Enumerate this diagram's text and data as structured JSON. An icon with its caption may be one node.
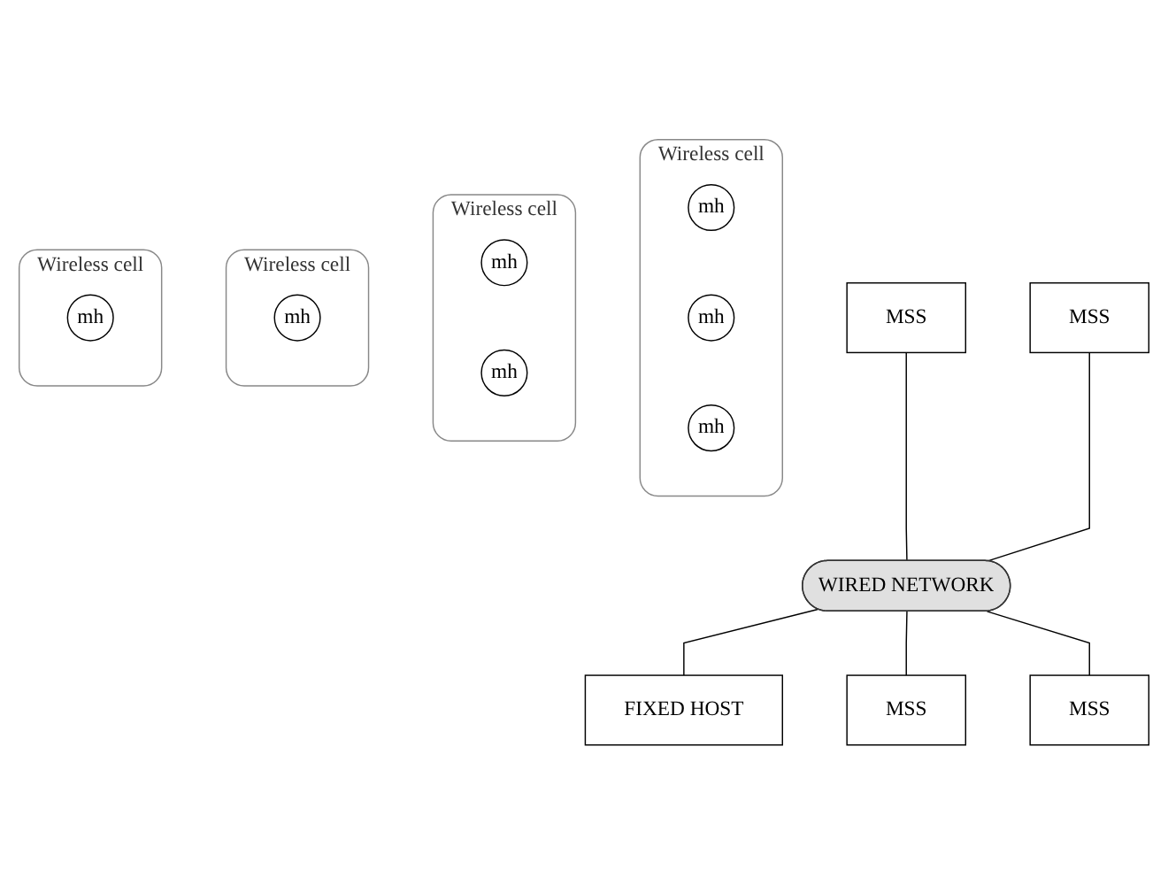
{
  "diagram": {
    "nodes": [
      {
        "text": [
          "Wireless cell"
        ]
      },
      {
        "text": [
          "mh"
        ],
        "in": 0
      },
      {
        "text": [
          "mh"
        ],
        "in": 0
      },
      {
        "text": [
          "mh"
        ],
        "in": 0
      },
      {
        "text": [
          "Wireless cell"
        ]
      },
      {
        "text": [
          "mh"
        ],
        "in": 4
      },
      {
        "text": [
          "mh"
        ],
        "in": 4
      },
      {
        "text": [
          "MSS"
        ]
      },
      {
        "text": [
          "MSS"
        ]
      },
      {
        "text": [
          "WIRED NETWORK"
        ]
      },
      {
        "text": [
          "FIXED HOST"
        ]
      },
      {
        "text": [
          "MSS"
        ]
      },
      {
        "text": [
          "MSS"
        ]
      },
      {
        "text": [
          "Wireless cell"
        ]
      },
      {
        "text": [
          "mh"
        ],
        "in": 13
      },
      {
        "text": [
          "Wireless cell"
        ]
      },
      {
        "text": [
          "mh"
        ],
        "in": 15
      }
    ],
    "edges": [
      {
        "from": 7,
        "to": 9,
        "arrow": "none"
      },
      {
        "from": 8,
        "to": 9,
        "arrow": "none"
      },
      {
        "from": 9,
        "to": 10,
        "arrow": "none"
      },
      {
        "from": 9,
        "to": 11,
        "arrow": "none"
      },
      {
        "from": 9,
        "to": 12,
        "arrow": "none"
      }
    ]
  }
}
